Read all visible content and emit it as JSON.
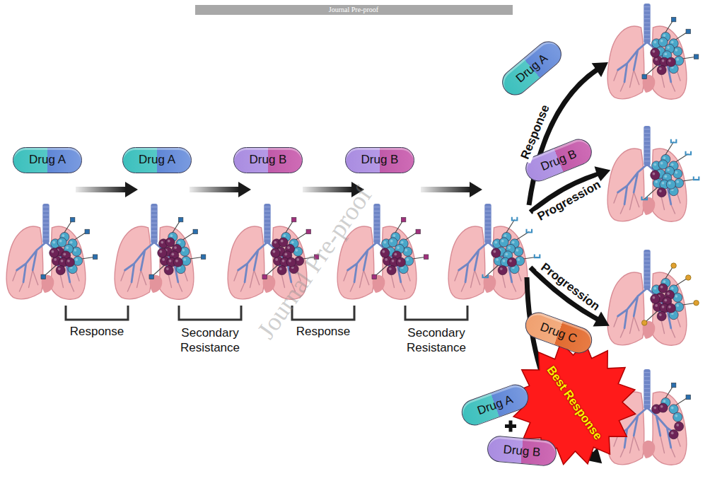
{
  "diagram": {
    "nodes": [
      {
        "text": [
          "Drug A"
        ]
      },
      {
        "text": [
          "Drug A"
        ]
      },
      {
        "text": [
          "Drug B"
        ]
      },
      {
        "text": [
          "Drug B"
        ]
      },
      {
        "text": [
          "Drug A"
        ]
      },
      {
        "text": [
          "Drug B"
        ]
      },
      {
        "text": [
          "Drug C"
        ]
      },
      {
        "text": [
          "Drug A"
        ]
      },
      {
        "text": [
          "Drug B"
        ]
      },
      {
        "text": [
          "Best Response"
        ]
      }
    ],
    "labels": [
      "Journal Pre-proof",
      "Response",
      "Secondary Resistance",
      "Response",
      "Secondary Resistance",
      "Response",
      "Progression",
      "Progression",
      "Journal Pre-proof"
    ]
  }
}
